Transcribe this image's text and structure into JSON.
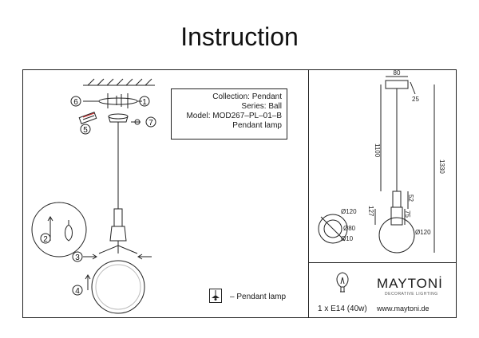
{
  "title": "Instruction",
  "info": {
    "collection": "Collection: Pendant",
    "series": "Series: Ball",
    "model": "Model: MOD267–PL–01–B",
    "type": "Pendant lamp"
  },
  "steps": [
    "1",
    "2",
    "3",
    "4",
    "5",
    "6",
    "7"
  ],
  "legend": {
    "label": "– Pendant lamp",
    "icon": "pendant-lamp-icon"
  },
  "dimensions": {
    "canopy_width": "80",
    "canopy_height": "25",
    "cable_length": "1100",
    "total_height": "1330",
    "holder_height": "52",
    "socket_height": "75",
    "offset": "127",
    "shade_diameter": "Ø120",
    "canopy_diameter": "Ø120",
    "hole_diameter": "Ø80",
    "screw_diameter": "Ø10"
  },
  "bulb": {
    "spec": "1 x E14 (40w)",
    "icon": "bulb-icon"
  },
  "brand": {
    "name": "MAYTONİ",
    "tagline": "DECORATIVE LIGHTING",
    "website": "www.maytoni.de"
  }
}
